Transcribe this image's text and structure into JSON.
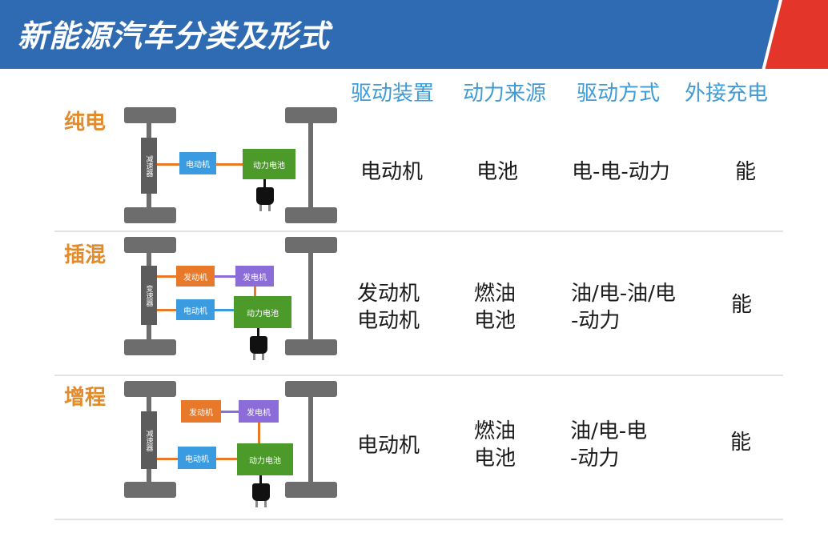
{
  "title": "新能源汽车分类及形式",
  "columns": [
    "驱动装置",
    "动力来源",
    "驱动方式",
    "外接充电"
  ],
  "rows": [
    {
      "label": "纯电",
      "diagram": {
        "gearbox": "减速器",
        "motor": "电动机",
        "battery": "动力电池"
      },
      "drive_device": [
        "电动机"
      ],
      "power_source": [
        "电池"
      ],
      "drive_mode": [
        "电-电-动力"
      ],
      "external_charge": "能"
    },
    {
      "label": "插混",
      "diagram": {
        "gearbox": "变速器",
        "engine": "发动机",
        "generator": "发电机",
        "motor": "电动机",
        "battery": "动力电池"
      },
      "drive_device": [
        "发动机",
        "电动机"
      ],
      "power_source": [
        "燃油",
        "电池"
      ],
      "drive_mode": [
        "油/电-油/电",
        "-动力"
      ],
      "external_charge": "能"
    },
    {
      "label": "增程",
      "diagram": {
        "gearbox": "减速器",
        "engine": "发动机",
        "generator": "发电机",
        "motor": "电动机",
        "battery": "动力电池"
      },
      "drive_device": [
        "电动机"
      ],
      "power_source": [
        "燃油",
        "电池"
      ],
      "drive_mode": [
        "油/电-电",
        "-动力"
      ],
      "external_charge": "能"
    }
  ],
  "colors": {
    "header_bg": "#2f6bb3",
    "header_accent": "#e4352a",
    "column_header": "#3f9bd6",
    "row_label": "#e28b2c",
    "motor": "#3a9be0",
    "battery": "#4c9a2a",
    "engine": "#e8782a",
    "generator": "#8b6cd8"
  }
}
